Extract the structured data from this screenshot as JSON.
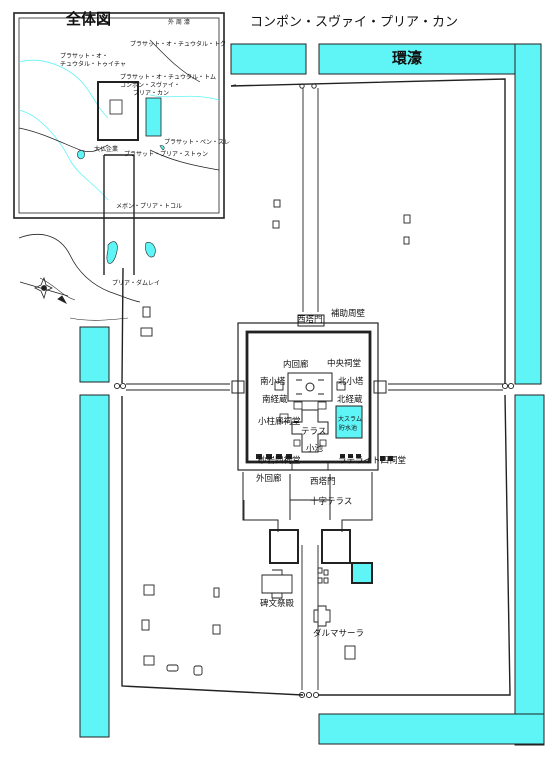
{
  "title": "コンポン・スヴァイ・プリア・カン",
  "moat_label": "環濠",
  "inset": {
    "title": "全体図",
    "labels": {
      "outer_moat": "外 周 濠",
      "prasat_tuk": "プラサット・オ・チュウタル・トク",
      "prasat_troi_a": "プラサット・オ・",
      "prasat_troi_b": "チュウタル・トゥイチャ",
      "prasat_tum": "プラサット・オ・チュウタル・トム",
      "kompong_a": "コンポン・スヴァイ・",
      "kompong_b": "プリア・カン",
      "prasat_pen": "プラサット・ペン・スレ",
      "daibutsu": "大仏企業",
      "prasat_stone": "プラサット・プリア・ストゥン",
      "mebon": "メボン・プリア・トコル",
      "prasat_damrei": "プリア・ダムレイ"
    }
  },
  "labels": {
    "west_tower_gate_top": "西塔門",
    "auxiliary_wall": "補助周壁",
    "inner_gallery": "内回廊",
    "central_shrine": "中央祠堂",
    "south_small_tower": "南小塔",
    "north_small_tower": "北小塔",
    "south_library": "南経蔵",
    "north_library": "北経蔵",
    "small_pillared_hall": "小柱廊祠堂",
    "terrace": "テラス",
    "large_pond_a": "大スラム",
    "large_pond_b": "貯水池",
    "small_pond": "小池",
    "sandstone_shrines": "砂岩四祠堂",
    "laterite_shrines": "ラテライト四祠堂",
    "outer_gallery": "外回廊",
    "west_tower_gate_bottom": "西塔門",
    "cross_terrace": "十字テラス",
    "stele_hall": "碑文祭殿",
    "dharmasala": "ダルマサーラ"
  },
  "colors": {
    "water": "#5ff4f6",
    "line": "#222222"
  }
}
